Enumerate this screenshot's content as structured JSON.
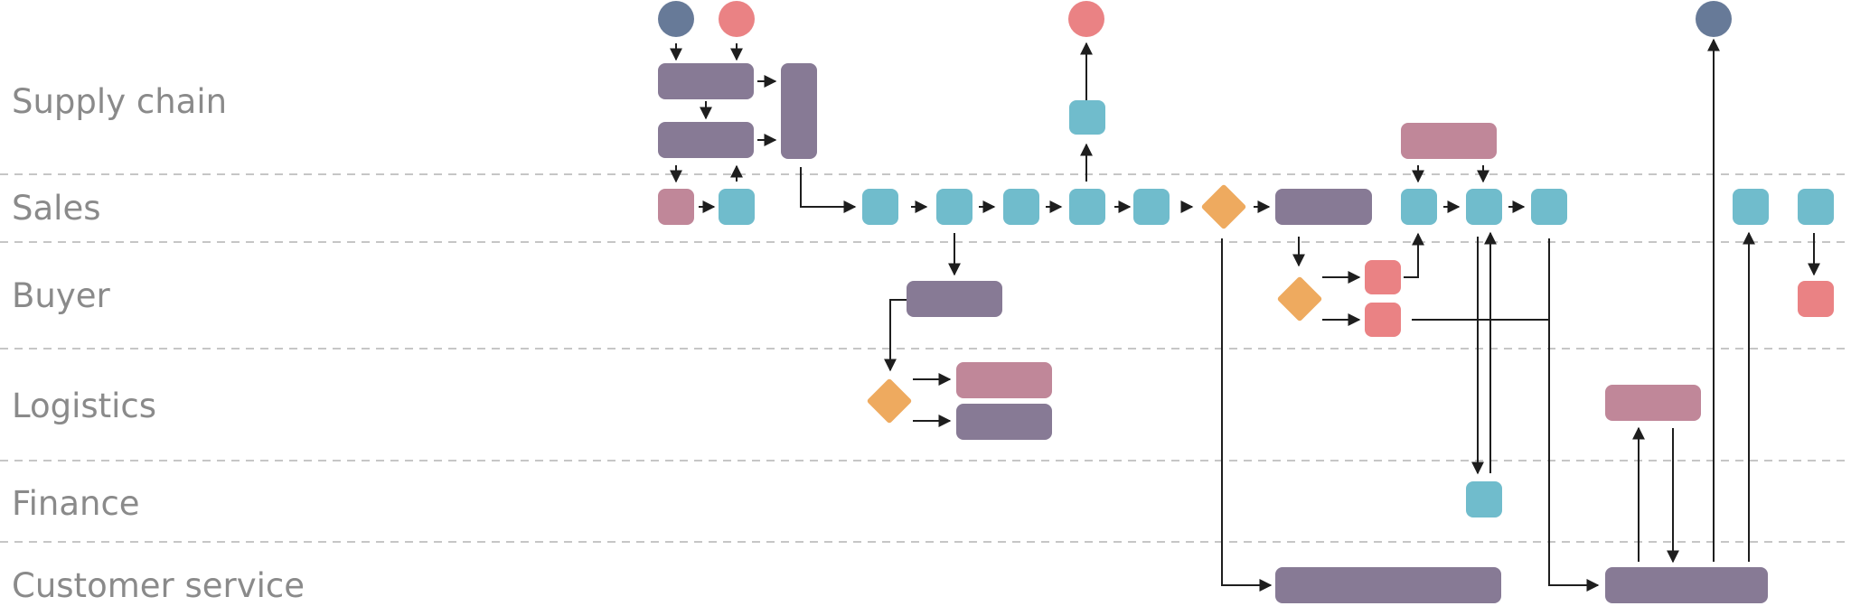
{
  "lanes": [
    {
      "key": "supply",
      "label": "Supply chain"
    },
    {
      "key": "sales",
      "label": "Sales"
    },
    {
      "key": "buyer",
      "label": "Buyer"
    },
    {
      "key": "logistics",
      "label": "Logistics"
    },
    {
      "key": "finance",
      "label": "Finance"
    },
    {
      "key": "customer",
      "label": "Customer service"
    }
  ],
  "colors": {
    "purple": "#877a95",
    "pink": "#c08799",
    "teal": "#70bccc",
    "salmon": "#ea8284",
    "navy": "#677a98",
    "orange": "#eeaa5f",
    "line": "#1e1e1e",
    "separator": "#b4b4b4"
  },
  "legend_note": "",
  "nodes_count_note": ""
}
